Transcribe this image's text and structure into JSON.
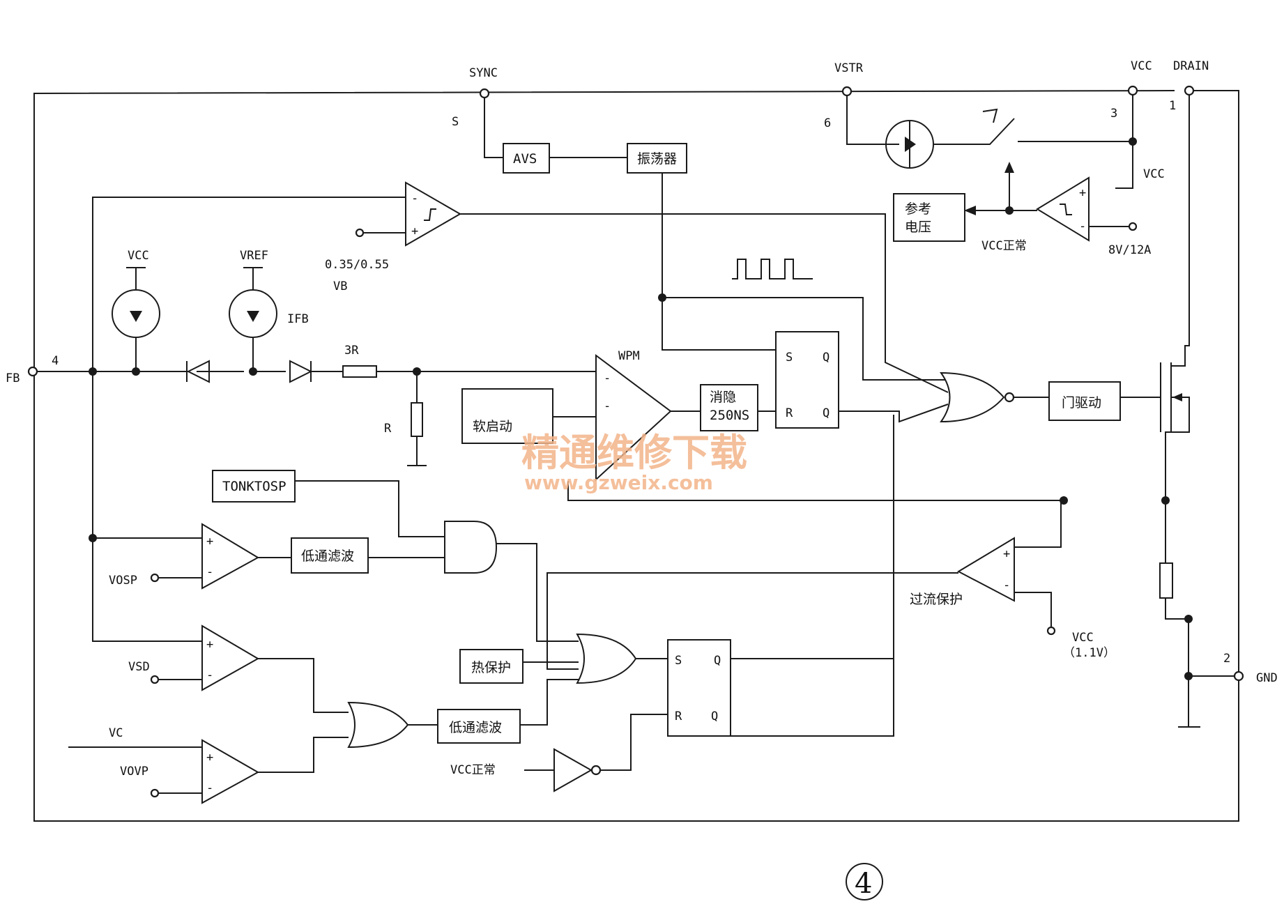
{
  "pins": {
    "sync": "SYNC",
    "s": "S",
    "vstr": "VSTR",
    "pin6": "6",
    "vcc_top": "VCC",
    "drain": "DRAIN",
    "pin3": "3",
    "pin1": "1",
    "fb": "FB",
    "pin4": "4",
    "gnd": "GND",
    "pin2": "2"
  },
  "blocks": {
    "avs": "AVS",
    "oscillator": "振荡器",
    "ref_voltage_1": "参考",
    "ref_voltage_2": "电压",
    "soft_start": "软启动",
    "blanking_1": "消隐",
    "blanking_2": "250NS",
    "gate_drive": "门驱动",
    "tonktosp": "TONKTOSP",
    "lpf_1": "低通滤波",
    "lpf_2": "低通滤波",
    "thermal": "热保护"
  },
  "labels": {
    "vcc_right": "VCC",
    "vcc_ok_top": "VCC正常",
    "uvlo": "8V/12A",
    "threshold": "0.35/0.55",
    "vb": "VB",
    "vcc_src": "VCC",
    "vref": "VREF",
    "ifb": "IFB",
    "r3": "3R",
    "r": "R",
    "wpm": "WPM",
    "vosp": "VOSP",
    "vsd": "VSD",
    "vc": "VC",
    "vovp": "VOVP",
    "ocp": "过流保护",
    "vcc_ocp_1": "VCC",
    "vcc_ocp_2": "（1.1V）",
    "vcc_ok_bottom": "VCC正常",
    "ff1_s": "S",
    "ff1_q": "Q",
    "ff1_r": "R",
    "ff1_qb": "Q",
    "ff2_s": "S",
    "ff2_q": "Q",
    "ff2_r": "R",
    "ff2_qb": "Q",
    "plus": "+",
    "minus": "-"
  },
  "watermark": {
    "cn": "精通维修下载",
    "url": "www.gzweix.com"
  },
  "figure_number": "4",
  "colors": {
    "line": "#1a1a1a",
    "watermark": "#f3b58a"
  }
}
